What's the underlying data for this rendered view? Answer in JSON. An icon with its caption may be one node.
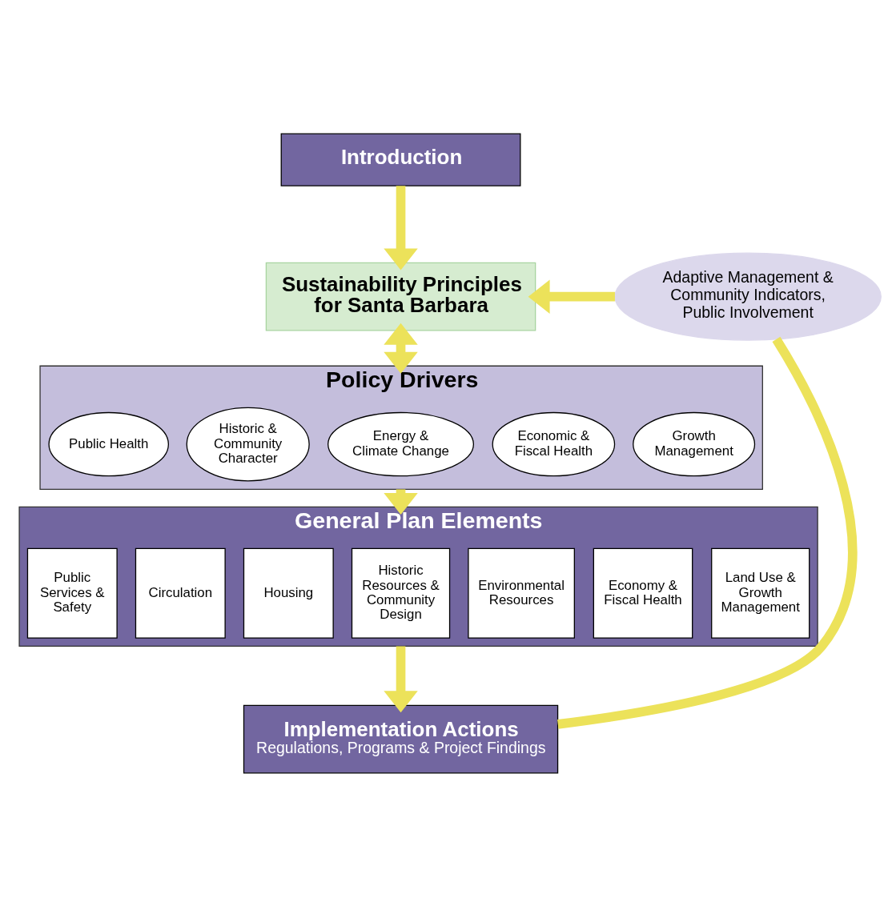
{
  "diagram": {
    "nodes": [
      {
        "text": [
          "Introduction"
        ]
      },
      {
        "text": [
          "Sustainability Principles for Santa Barbara"
        ]
      },
      {
        "text": [
          "Adaptive Management & Community Indicators, Public Involvement"
        ]
      },
      {
        "text": [
          "Policy Drivers"
        ]
      },
      {
        "text": [
          "Growth Management"
        ],
        "in": 3
      },
      {
        "text": [
          "Economic & Fiscal Health"
        ],
        "in": 3
      },
      {
        "text": [
          "Energy & Climate Change"
        ],
        "in": 3
      },
      {
        "text": [
          "Historic & Community Character"
        ],
        "in": 3
      },
      {
        "text": [
          "Public Health"
        ],
        "in": 3
      },
      {
        "text": [
          "General Plan Elements"
        ]
      },
      {
        "text": [
          "Land Use & Growth Management"
        ],
        "in": 9
      },
      {
        "text": [
          "Economy & Fiscal Health"
        ],
        "in": 9
      },
      {
        "text": [
          "Environmental Resources"
        ],
        "in": 9
      },
      {
        "text": [
          "Historic Resources & Community Design"
        ],
        "in": 9
      },
      {
        "text": [
          "Housing"
        ],
        "in": 9
      },
      {
        "text": [
          "Circulation"
        ],
        "in": 9
      },
      {
        "text": [
          "Public Services & Safety"
        ],
        "in": 9
      },
      {
        "text": [
          "Implementation Actions",
          "Regulations, Programs & Project Findings"
        ]
      }
    ],
    "edges": [
      {
        "from": 0,
        "to": 1,
        "arrow": "to"
      },
      {
        "from": 1,
        "to": 3,
        "arrow": "both"
      },
      {
        "from": 3,
        "to": 9,
        "arrow": "to"
      },
      {
        "from": 9,
        "to": 17,
        "arrow": "to"
      },
      {
        "from": 17,
        "to": 2,
        "arrow": "none"
      },
      {
        "from": 2,
        "to": 1,
        "arrow": "to"
      }
    ]
  }
}
